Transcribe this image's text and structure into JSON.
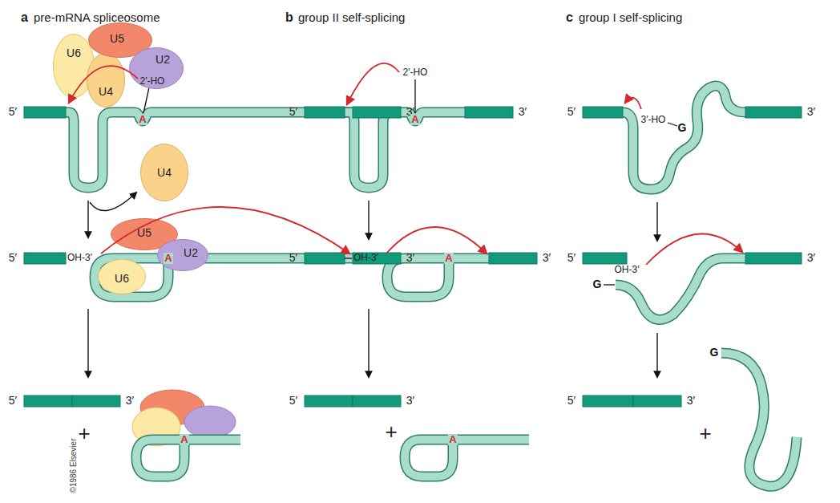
{
  "diagram": {
    "nodes": [
      {
        "text": [
          "U6"
        ]
      },
      {
        "text": [
          "U4"
        ]
      },
      {
        "text": [
          "U5"
        ]
      },
      {
        "text": [
          "U2"
        ]
      },
      {
        "text": [
          "U4"
        ]
      },
      {
        "text": [
          "U5"
        ]
      },
      {
        "text": [
          "U6"
        ]
      },
      {
        "text": [
          "U2"
        ]
      }
    ],
    "labels": [
      "a",
      "pre-mRNA spliceosome",
      "5′",
      "2′-HO",
      "A",
      "3′",
      "5′",
      "OH-3′",
      "A",
      "3′",
      "5′",
      "3′",
      "+",
      "A",
      "©1986 Elsevier",
      "b",
      "group II self-splicing",
      "5′",
      "2′-HO",
      "A",
      "3′",
      "5′",
      "OH-3′",
      "A",
      "3′",
      "5′",
      "3′",
      "+",
      "A",
      "c",
      "group I self-splicing",
      "5′",
      "3′-HO",
      "G",
      "3′",
      "5′",
      "OH-3′",
      "G",
      "3′",
      "5′",
      "3′",
      "+",
      "G"
    ]
  }
}
